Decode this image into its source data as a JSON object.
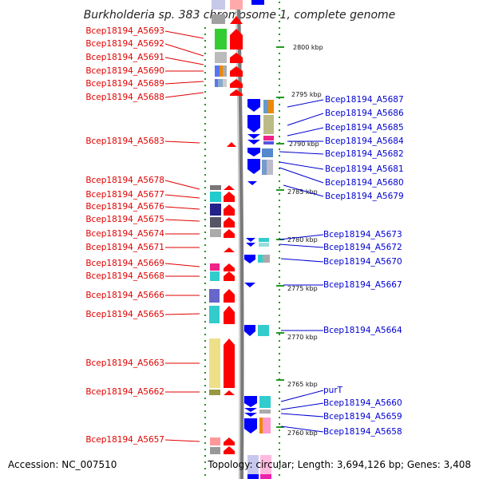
{
  "title": "Burkholderia sp. 383 chromosome 1, complete genome",
  "accession": "Accession: NC_007510",
  "topology": "Topology: circular; Length: 3,694,126 bp; Genes: 3,408",
  "colors": {
    "left_label": "#e00000",
    "right_label": "#0000d0",
    "forward_arrow": "#ff0000",
    "reverse_arrow": "#0000ff",
    "backbone": "#7a7a7a",
    "dots": "#229922"
  },
  "kbp_ticks": [
    {
      "label": "2800 kbp"
    },
    {
      "label": "2795 kbp"
    },
    {
      "label": "2790 kbp"
    },
    {
      "label": "2785 kbp"
    },
    {
      "label": "2780 kbp"
    },
    {
      "label": "2775 kbp"
    },
    {
      "label": "2770 kbp"
    },
    {
      "label": "2765 kbp"
    },
    {
      "label": "2760 kbp"
    }
  ],
  "left_genes": [
    {
      "name": "Bcep18194_A5693"
    },
    {
      "name": "Bcep18194_A5692"
    },
    {
      "name": "Bcep18194_A5691"
    },
    {
      "name": "Bcep18194_A5690"
    },
    {
      "name": "Bcep18194_A5689"
    },
    {
      "name": "Bcep18194_A5688"
    },
    {
      "name": "Bcep18194_A5683"
    },
    {
      "name": "Bcep18194_A5678"
    },
    {
      "name": "Bcep18194_A5677"
    },
    {
      "name": "Bcep18194_A5676"
    },
    {
      "name": "Bcep18194_A5675"
    },
    {
      "name": "Bcep18194_A5674"
    },
    {
      "name": "Bcep18194_A5671"
    },
    {
      "name": "Bcep18194_A5669"
    },
    {
      "name": "Bcep18194_A5668"
    },
    {
      "name": "Bcep18194_A5666"
    },
    {
      "name": "Bcep18194_A5665"
    },
    {
      "name": "Bcep18194_A5663"
    },
    {
      "name": "Bcep18194_A5662"
    },
    {
      "name": "Bcep18194_A5657"
    }
  ],
  "right_genes": [
    {
      "name": "Bcep18194_A5687"
    },
    {
      "name": "Bcep18194_A5686"
    },
    {
      "name": "Bcep18194_A5685"
    },
    {
      "name": "Bcep18194_A5684"
    },
    {
      "name": "Bcep18194_A5682"
    },
    {
      "name": "Bcep18194_A5681"
    },
    {
      "name": "Bcep18194_A5680"
    },
    {
      "name": "Bcep18194_A5679"
    },
    {
      "name": "Bcep18194_A5673"
    },
    {
      "name": "Bcep18194_A5672"
    },
    {
      "name": "Bcep18194_A5670"
    },
    {
      "name": "Bcep18194_A5667"
    },
    {
      "name": "Bcep18194_A5664"
    },
    {
      "name": "purT"
    },
    {
      "name": "Bcep18194_A5660"
    },
    {
      "name": "Bcep18194_A5659"
    },
    {
      "name": "Bcep18194_A5658"
    }
  ]
}
